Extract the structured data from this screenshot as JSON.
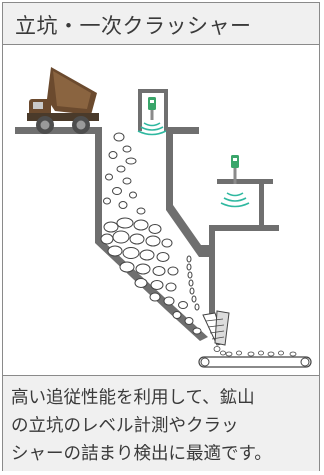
{
  "title": "立坑・一次クラッシャー",
  "caption": {
    "line1": "高い追従性能を利用して、鉱山",
    "line2": "の立坑のレベル計測やクラッ",
    "line3": "シャーの詰まり検出に最適です。"
  },
  "colors": {
    "panel_bg": "#f0f0f0",
    "border": "#8a8a8a",
    "ground": "#6f6f6f",
    "sensor_green": "#3aa56a",
    "wave_green": "#2fb8a0",
    "truck_body": "#6b4a2e"
  }
}
